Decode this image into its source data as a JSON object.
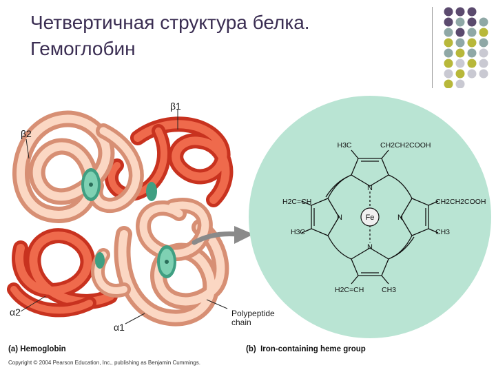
{
  "slide": {
    "title_line1": "Четвертичная структура белка.",
    "title_line2": "Гемоглобин"
  },
  "protein": {
    "labels": {
      "beta1": "β1",
      "beta2": "β2",
      "alpha1": "α1",
      "alpha2": "α2",
      "polypeptide_line1": "Polypeptide",
      "polypeptide_line2": "chain"
    },
    "caption_letter": "(a)",
    "caption_text": "Hemoglobin"
  },
  "heme": {
    "substituents": {
      "top_left": "H3C",
      "top_right": "CH2CH2COOH",
      "left_upper": "H2C=CH",
      "left_lower": "H3C",
      "right_upper": "CH2CH2COOH",
      "right_lower": "CH3",
      "bottom_left": "H2C=CH",
      "bottom_right": "CH3"
    },
    "nitrogen": "N",
    "iron": "Fe",
    "caption_letter": "(b)",
    "caption_text": "Iron-containing heme group"
  },
  "copyright": "Copyright © 2004 Pearson Education, Inc., publishing as Benjamin Cummings.",
  "colors": {
    "title": "#3a2d52",
    "dot_purple": "#5b4a6e",
    "dot_teal": "#8fa8a6",
    "dot_olive": "#b8b83a",
    "dot_gray": "#c9c9d2",
    "heme_disc": "#b9e4d3",
    "protein_red": "#e0452e",
    "protein_pink": "#f3b99a",
    "heme_group_green": "#6fc3a6"
  }
}
